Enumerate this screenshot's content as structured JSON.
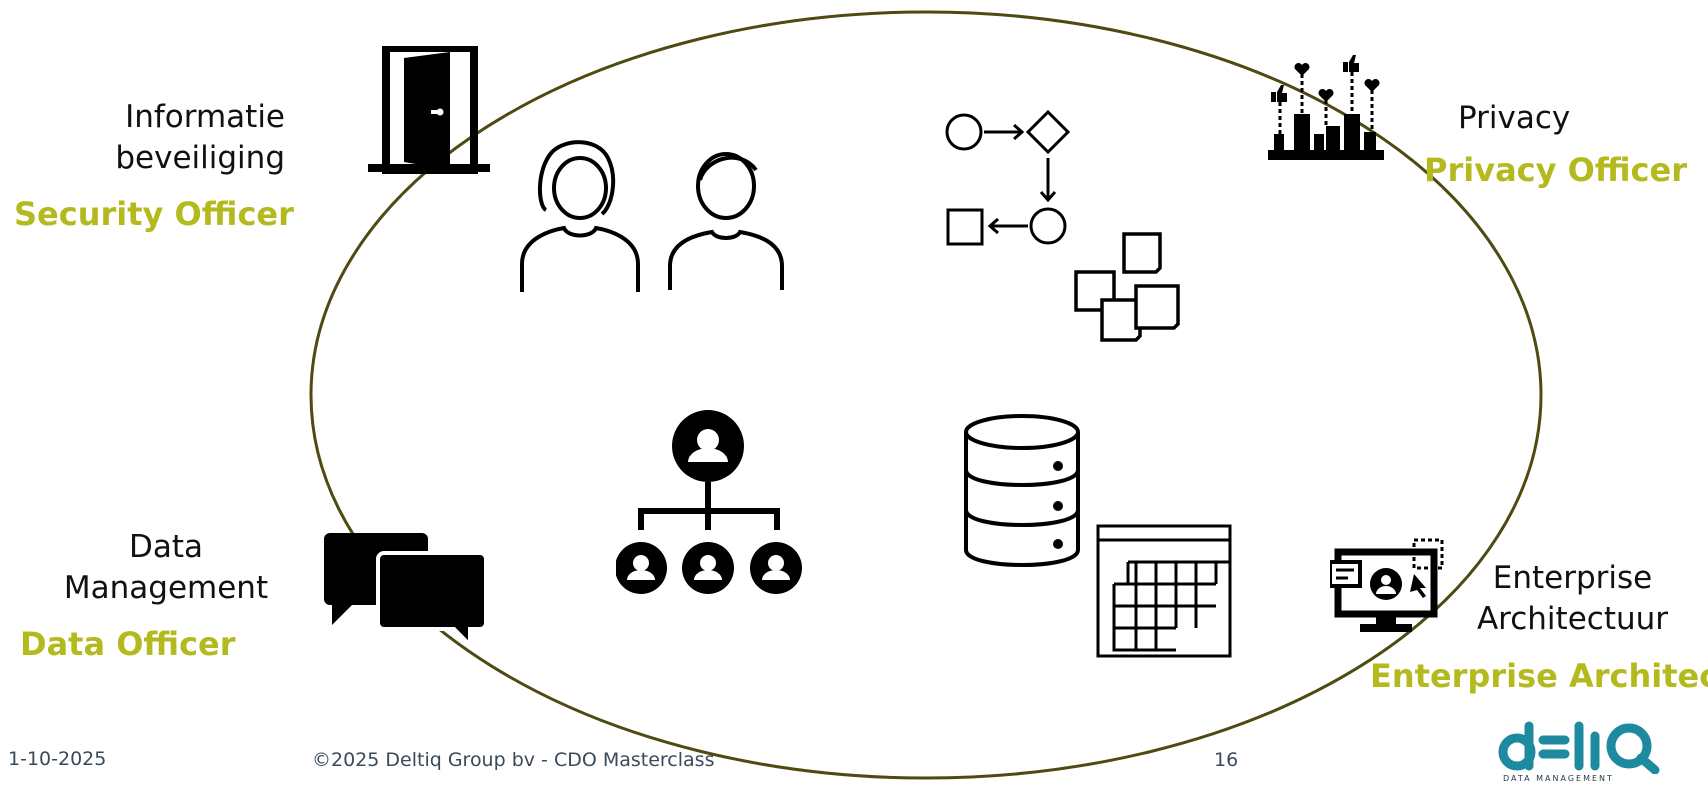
{
  "roles": {
    "security": {
      "domain_line1": "Informatie",
      "domain_line2": "beveiliging",
      "officer": "Security Officer"
    },
    "privacy": {
      "domain": "Privacy",
      "officer": "Privacy Officer"
    },
    "data": {
      "domain_line1": "Data",
      "domain_line2": "Management",
      "officer": "Data Officer"
    },
    "architecture": {
      "domain_line1": "Enterprise",
      "domain_line2": "Architectuur",
      "officer": "Enterprise Architect"
    }
  },
  "footer": {
    "date": "1-10-2025",
    "copyright": "©2025 Deltiq Group bv - CDO Masterclass",
    "page_number": "16"
  },
  "logo": {
    "brand": "deltiq",
    "tagline": "DATA MANAGEMENT"
  },
  "colors": {
    "accent": "#b4ba1e",
    "ellipse": "#4f4a12",
    "logo": "#1e8aa0",
    "footer_text": "#3b4a5a"
  },
  "icons": [
    "door-icon",
    "users-icon",
    "process-flow-icon",
    "sticky-notes-icon",
    "likes-chart-icon",
    "chat-bubbles-icon",
    "org-chart-icon",
    "database-icon",
    "calendar-grid-icon",
    "screen-user-icon"
  ]
}
